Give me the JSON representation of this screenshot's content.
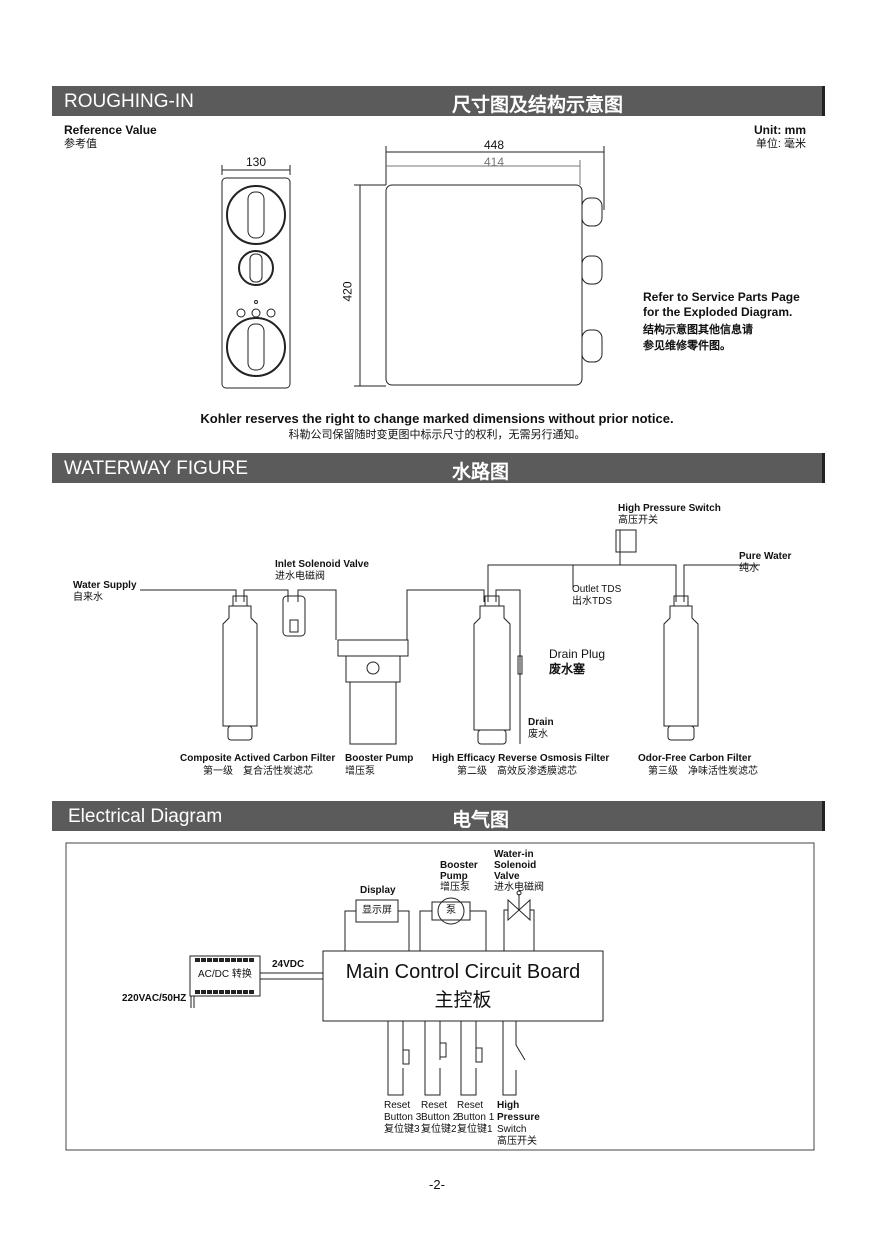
{
  "roughing_in": {
    "title_en": "ROUGHING-IN",
    "title_zh": "尺寸图及结构示意图",
    "reference_en": "Reference Value",
    "reference_zh": "参考值",
    "unit_en": "Unit: mm",
    "unit_zh": "单位: 毫米",
    "dims": {
      "front_width": "130",
      "total_width": "448",
      "body_width": "414",
      "height": "420"
    },
    "refer_en_1": "Refer to Service Parts Page",
    "refer_en_2": "for the Exploded Diagram.",
    "refer_zh_1": "结构示意图其他信息请",
    "refer_zh_2": "参见维修零件图。",
    "notice_en": "Kohler reserves the right to change marked dimensions without prior notice.",
    "notice_zh": "科勒公司保留随时变更图中标示尺寸的权利，无需另行通知。"
  },
  "waterway": {
    "title_en": "WATERWAY FIGURE",
    "title_zh": "水路图",
    "water_supply_en": "Water Supply",
    "water_supply_zh": "自来水",
    "inlet_valve_en": "Inlet Solenoid Valve",
    "inlet_valve_zh": "进水电磁阀",
    "hp_switch_en": "High Pressure Switch",
    "hp_switch_zh": "高压开关",
    "pure_water_en": "Pure Water",
    "pure_water_zh": "纯水",
    "outlet_tds_en": "Outlet TDS",
    "outlet_tds_zh": "出水TDS",
    "drain_plug_en": "Drain Plug",
    "drain_plug_zh": "废水塞",
    "drain_en": "Drain",
    "drain_zh": "废水",
    "components": [
      {
        "en": "Composite Actived Carbon Filter",
        "zh": "第一级　复合活性炭滤芯"
      },
      {
        "en": "Booster Pump",
        "zh": "增压泵"
      },
      {
        "en": "High Efficacy Reverse Osmosis Filter",
        "zh": "第二级　高效反渗透膜滤芯"
      },
      {
        "en": "Odor-Free Carbon Filter",
        "zh": "第三级　净味活性炭滤芯"
      }
    ]
  },
  "electrical": {
    "title_en": "Electrical Diagram",
    "title_zh": "电气图",
    "display_en": "Display",
    "display_zh": "显示屏",
    "pump_en_1": "Booster",
    "pump_en_2": "Pump",
    "pump_zh": "增压泵",
    "pump_symbol": "泵",
    "valve_en_1": "Water-in",
    "valve_en_2": "Solenoid",
    "valve_en_3": "Valve",
    "valve_zh": "进水电磁阀",
    "acdc": "AC/DC 转换",
    "vdc": "24VDC",
    "vac": "220VAC/50HZ",
    "board_en": "Main Control Circuit Board",
    "board_zh": "主控板",
    "buttons": [
      {
        "l1": "Reset",
        "l2": "Button 3",
        "zh": "复位键3"
      },
      {
        "l1": "Reset",
        "l2": "Button 2",
        "zh": "复位键2"
      },
      {
        "l1": "Reset",
        "l2": "Button 1",
        "zh": "复位键1"
      }
    ],
    "hp_1": "High",
    "hp_2": "Pressure",
    "hp_3": "Switch",
    "hp_zh": "高压开关"
  },
  "page_number": "-2-"
}
